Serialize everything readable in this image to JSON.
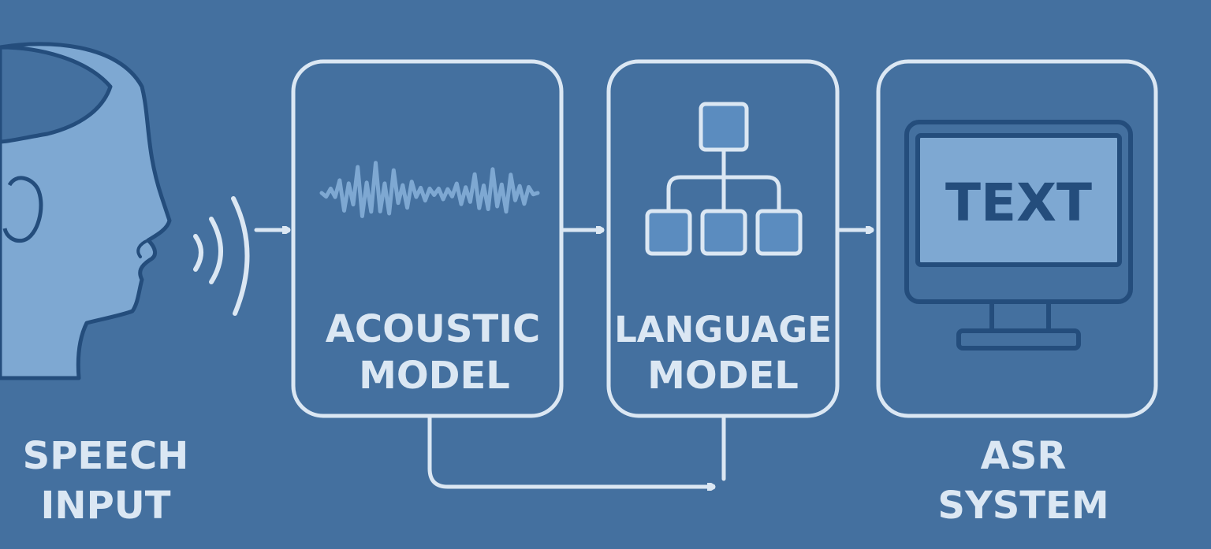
{
  "colors": {
    "background": "#44709f",
    "stroke": "#dbe7f3",
    "fill_light": "#7ea8d2",
    "fill_dark": "#244d7c",
    "node_fill": "#5b8cbf"
  },
  "speech_input": {
    "label_line1": "SPEECH",
    "label_line2": "INPUT",
    "icon": "speaking-head-icon"
  },
  "acoustic_model": {
    "label_line1": "ACOUSTIC",
    "label_line2": "MODEL",
    "icon": "waveform-icon"
  },
  "language_model": {
    "label_line1": "LANGUAGE",
    "label_line2": "MODEL",
    "icon": "tree-hierarchy-icon"
  },
  "asr_system": {
    "screen_text": "TEXT",
    "label_line1": "ASR",
    "label_line2": "SYSTEM",
    "icon": "monitor-icon"
  }
}
